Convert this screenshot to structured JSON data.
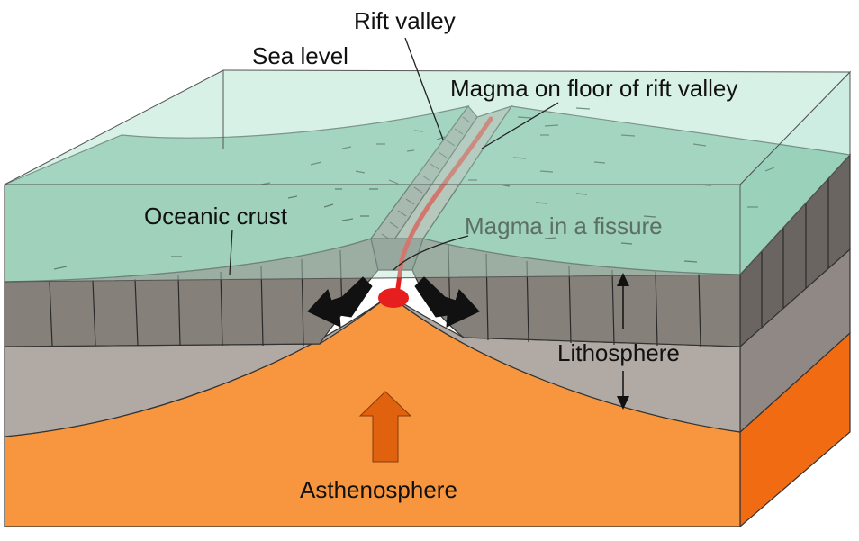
{
  "labels": {
    "rift_valley": "Rift valley",
    "sea_level": "Sea level",
    "magma_floor": "Magma on floor of rift valley",
    "oceanic_crust": "Oceanic crust",
    "magma_fissure": "Magma in a fissure",
    "lithosphere": "Lithosphere",
    "asthenosphere": "Asthenosphere"
  },
  "colors": {
    "water_top": "#b7e5d3",
    "water_side": "#a6dfca",
    "seafloor": "#8cc1a8",
    "crust": "#858079",
    "crust_side": "#6a6561",
    "lithosphere": "#b1aaa4",
    "lithosphere_side": "#8f8884",
    "asthenosphere": "#f7963e",
    "asthenosphere_side": "#f06b12",
    "magma": "#e61e1e",
    "upwelling_arrow": "#e0620f"
  }
}
